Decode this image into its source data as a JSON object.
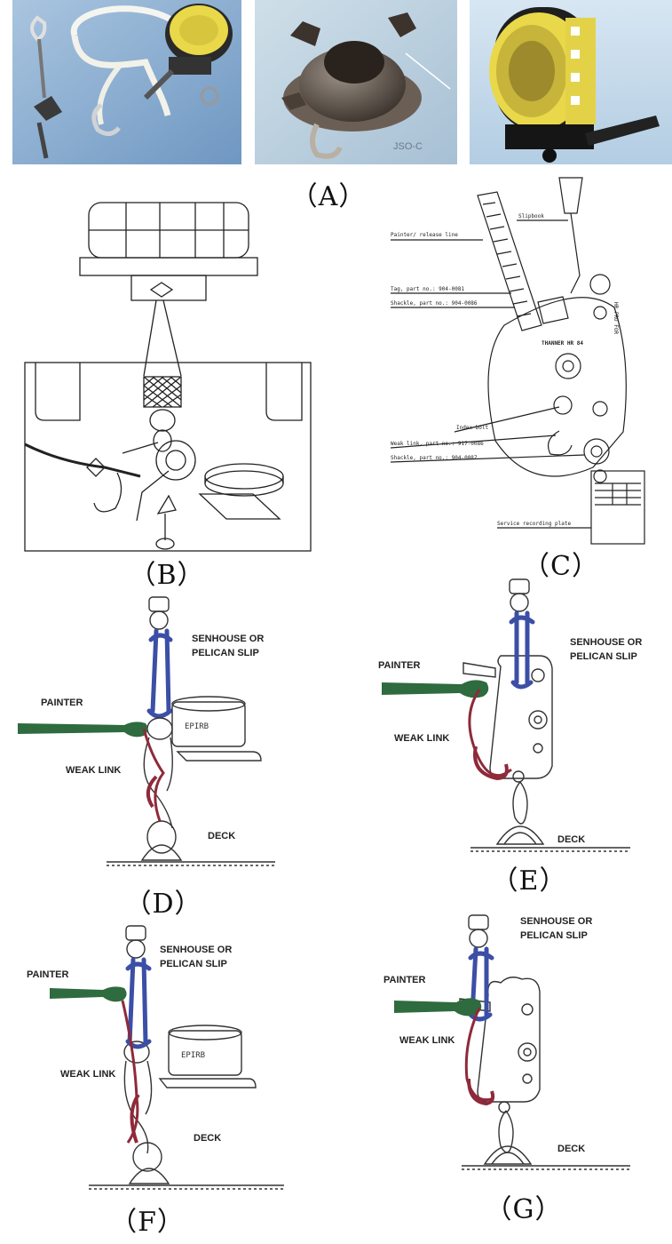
{
  "captions": {
    "a": "（A）",
    "b": "（B）",
    "c": "（C）",
    "d": "（D）",
    "e": "（E）",
    "f": "（F）",
    "g": "（G）"
  },
  "photo_a2": {
    "mark": "JSO-C"
  },
  "diagram_c": {
    "device_name": "THANNER HR 84",
    "side_text": "HR PRO FOR",
    "labels": [
      "Slipbook",
      "Painter/ release line",
      "Tag, part no.: 904-0081",
      "Shackle, part no.: 904-0086",
      "Index bolt",
      "Weak link, part no.: 917-0086",
      "Shackle, part no.: 904-0087",
      "Service recording plate"
    ]
  },
  "diagram_d": {
    "slip": "SENHOUSE OR\nPELICAN SLIP",
    "painter": "PAINTER",
    "weak": "WEAK LINK",
    "deck": "DECK",
    "cylinder_text": "EPIRB"
  },
  "diagram_e": {
    "slip": "SENHOUSE OR\nPELICAN SLIP",
    "painter": "PAINTER",
    "weak": "WEAK LINK",
    "deck": "DECK"
  },
  "diagram_f": {
    "slip": "SENHOUSE OR\nPELICAN SLIP",
    "painter": "PAINTER",
    "weak": "WEAK LINK",
    "deck": "DECK",
    "cylinder_text": "EPIRB"
  },
  "diagram_g": {
    "slip": "SENHOUSE OR\nPELICAN SLIP",
    "painter": "PAINTER",
    "weak": "WEAK LINK",
    "deck": "DECK"
  },
  "colors": {
    "blue": "#3b4fa6",
    "green": "#2e6b3f",
    "red": "#8e2a3a",
    "yellow": "#e9d84a",
    "photo_bg": "#8fb2d3"
  }
}
